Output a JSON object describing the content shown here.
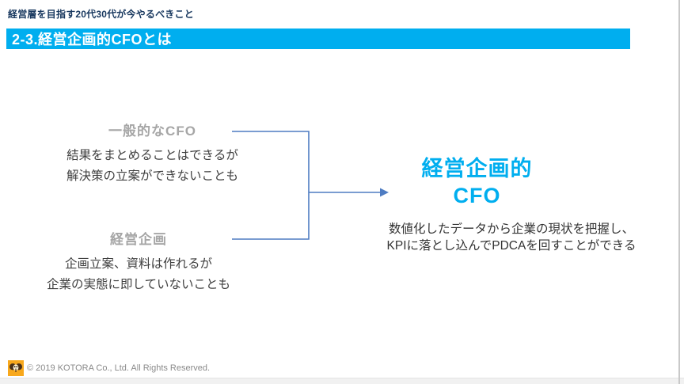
{
  "page": {
    "kicker": "経営層を目指す20代30代が今やるべきこと",
    "banner_title": "2-3.経営企画的CFOとは"
  },
  "comparison": {
    "blocks": [
      {
        "heading": "一般的なCFO",
        "lines": [
          "結果をまとめることはできるが",
          "解決策の立案ができないことも"
        ]
      },
      {
        "heading": "経営企画",
        "lines": [
          "企画立案、資料は作れるが",
          "企業の実態に即していないことも"
        ]
      }
    ]
  },
  "result": {
    "title_lines": [
      "経営企画的",
      "CFO"
    ],
    "description_lines": [
      "数値化したデータから企業の現状を把握し、",
      "KPIに落とし込んでPDCAを回すことができる"
    ]
  },
  "footer": {
    "copyright": "© 2019 KOTORA Co., Ltd. All Rights Reserved.",
    "logo": "kotora-bird-logo"
  },
  "colors": {
    "banner_cyan": "#00AEEF",
    "accent_cyan": "#00AEEF",
    "connector_blue": "#4E7CC2",
    "kicker_navy": "#17375E",
    "muted_heading_gray": "#A6A6A6",
    "body_text": "#3F3F3F",
    "footer_gray": "#8A8A8A",
    "logo_orange": "#F8A81C"
  }
}
